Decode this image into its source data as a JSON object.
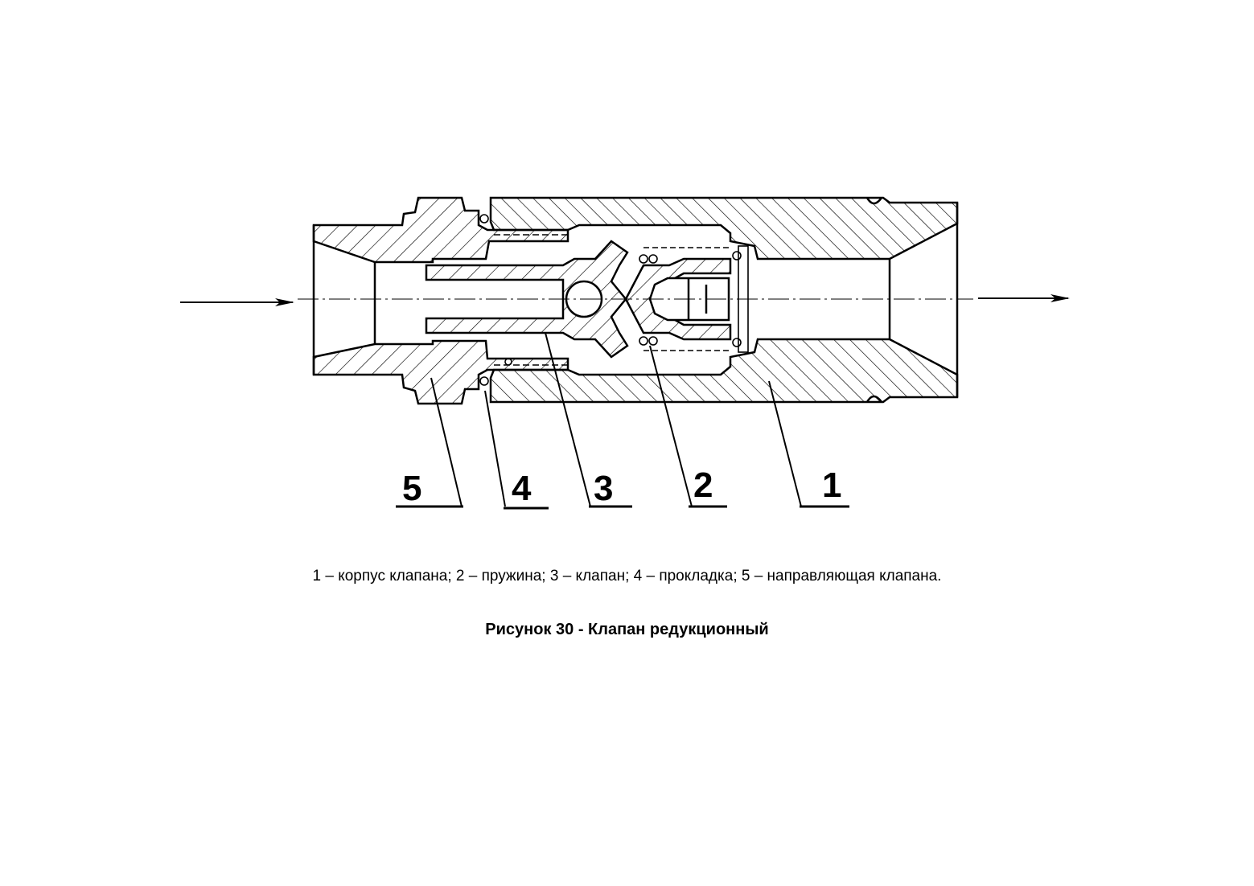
{
  "figure": {
    "legend": "1 – корпус клапана; 2 – пружина; 3 – клапан; 4 – прокладка; 5 – направляющая клапана.",
    "title": "Рисунок 30 - Клапан редукционный"
  },
  "callouts": [
    {
      "number": "5",
      "part": "направляющая клапана"
    },
    {
      "number": "4",
      "part": "прокладка"
    },
    {
      "number": "3",
      "part": "клапан"
    },
    {
      "number": "2",
      "part": "пружина"
    },
    {
      "number": "1",
      "part": "корпус клапана"
    }
  ],
  "colors": {
    "ink": "#000000",
    "paper": "#ffffff"
  }
}
